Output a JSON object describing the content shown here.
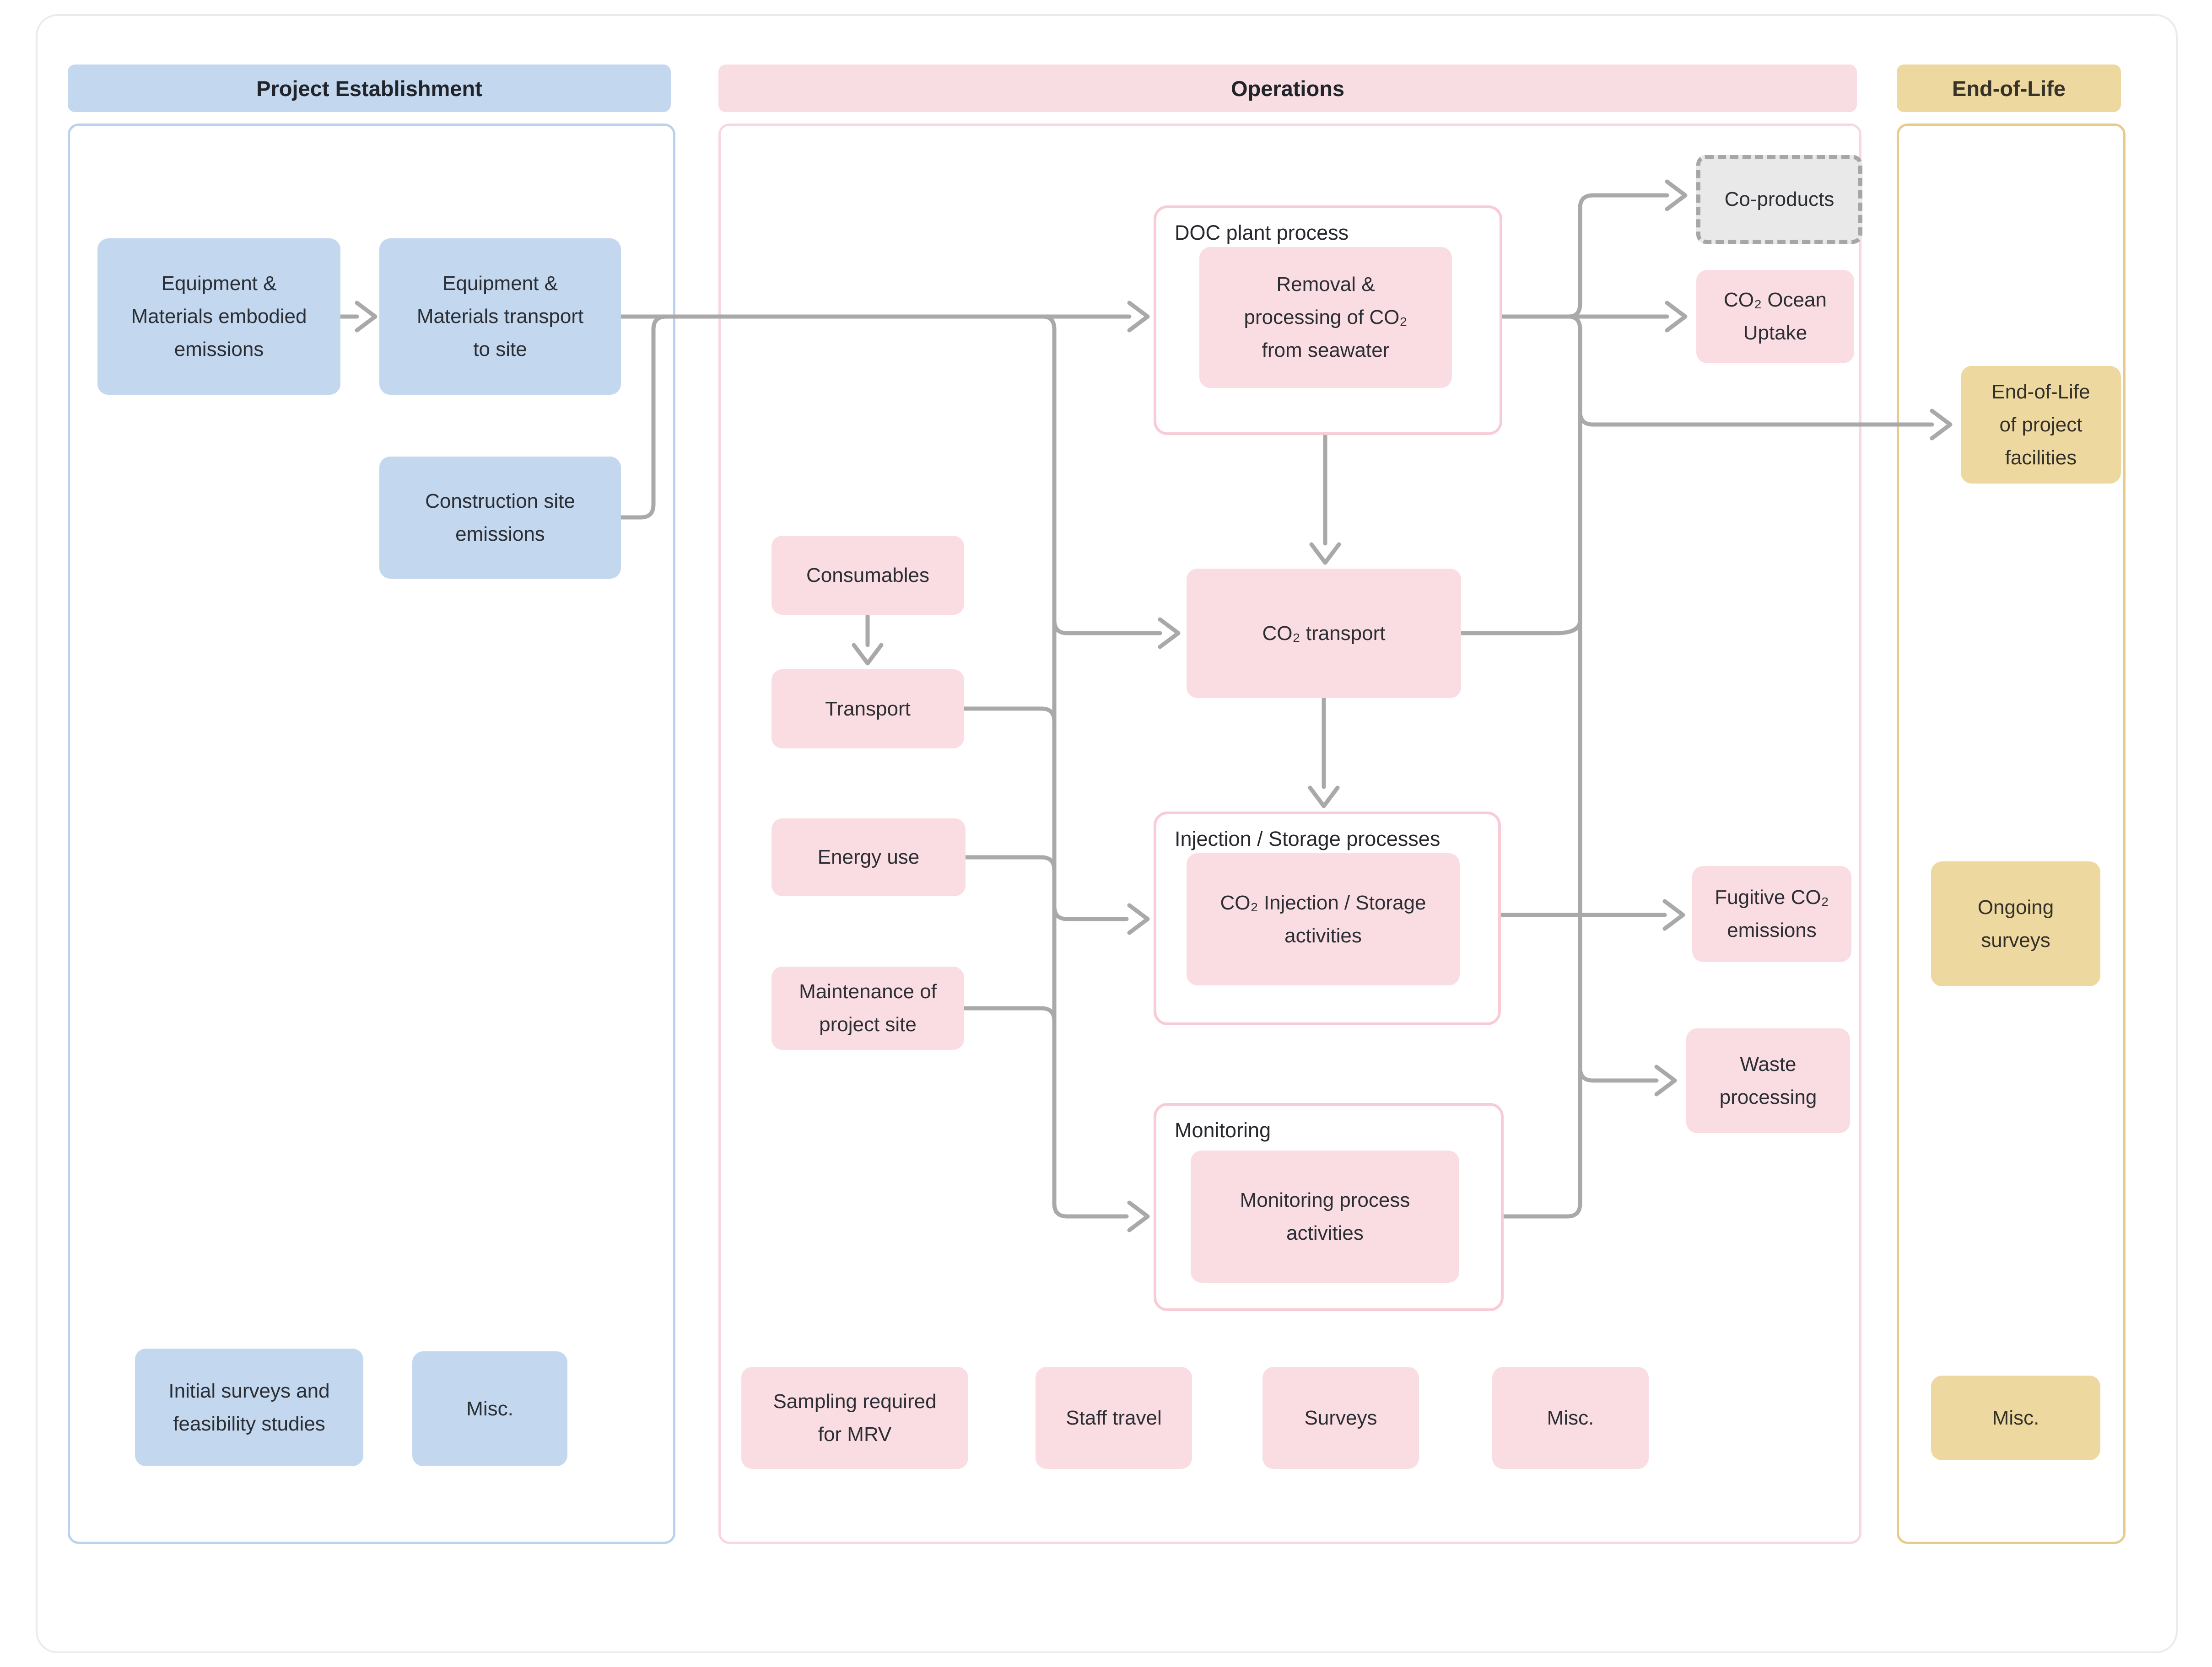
{
  "sections": {
    "project_establishment": {
      "title": "Project Establishment"
    },
    "operations": {
      "title": "Operations"
    },
    "end_of_life": {
      "title": "End-of-Life"
    }
  },
  "groups": {
    "doc_plant": {
      "label": "DOC plant process"
    },
    "injection_storage": {
      "label": "Injection / Storage processes"
    },
    "monitoring": {
      "label": "Monitoring"
    }
  },
  "nodes": {
    "eq_embodied": {
      "label": "Equipment &\nMaterials embodied\nemissions"
    },
    "eq_transport": {
      "label": "Equipment &\nMaterials transport\nto site"
    },
    "construction": {
      "label": "Construction site\nemissions"
    },
    "initial_surveys": {
      "label": "Initial surveys and\nfeasibility studies"
    },
    "misc_pe": {
      "label": "Misc."
    },
    "removal_processing": {
      "label": "Removal &\nprocessing of CO₂\nfrom seawater"
    },
    "consumables": {
      "label": "Consumables"
    },
    "transport": {
      "label": "Transport"
    },
    "energy_use": {
      "label": "Energy use"
    },
    "maintenance": {
      "label": "Maintenance of\nproject site"
    },
    "co2_transport": {
      "label": "CO₂ transport"
    },
    "co2_injection": {
      "label": "CO₂ Injection / Storage\nactivities"
    },
    "monitoring_activities": {
      "label": "Monitoring process\nactivities"
    },
    "co_products": {
      "label": "Co-products"
    },
    "ocean_uptake": {
      "label": "CO₂ Ocean\nUptake"
    },
    "fugitive": {
      "label": "Fugitive CO₂\nemissions"
    },
    "waste": {
      "label": "Waste\nprocessing"
    },
    "sampling_mrv": {
      "label": "Sampling required\nfor MRV"
    },
    "staff_travel": {
      "label": "Staff travel"
    },
    "surveys_ops": {
      "label": "Surveys"
    },
    "misc_ops": {
      "label": "Misc."
    },
    "eol_facilities": {
      "label": "End-of-Life\nof project\nfacilities"
    },
    "ongoing_surveys": {
      "label": "Ongoing\nsurveys"
    },
    "misc_eol": {
      "label": "Misc."
    }
  },
  "colors": {
    "establishment_fill": "#c3d7ee",
    "operations_fill": "#fadde2",
    "end_of_life_fill": "#edd89f",
    "co_products_fill": "#e9e9e9",
    "connector": "#a9a9a9",
    "text": "#2b2e34"
  }
}
